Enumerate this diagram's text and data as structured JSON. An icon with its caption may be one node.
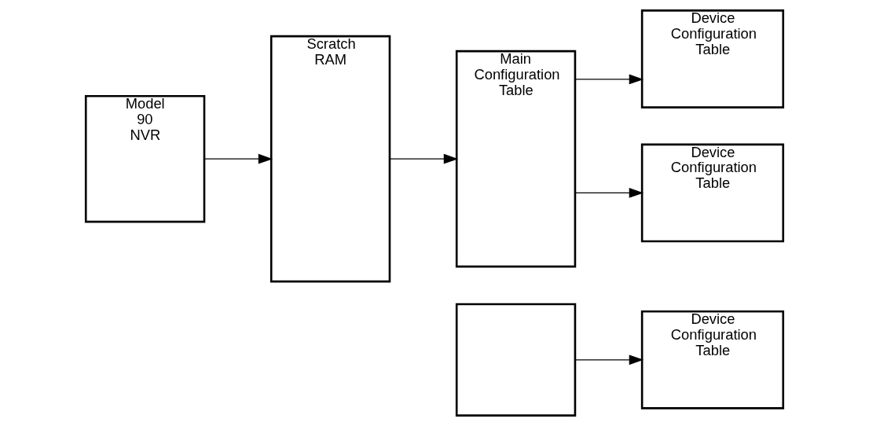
{
  "diagram": {
    "nodes": [
      {
        "text": [
          "Model 90 NVR"
        ]
      },
      {
        "text": [
          "Scratch RAM"
        ]
      },
      {
        "text": [
          "Main Configuration Table"
        ]
      },
      {
        "text": [
          "Device Configuration Table"
        ]
      },
      {
        "text": [
          "Device Configuration Table"
        ]
      },
      {
        "text": [],
        "shape": "box"
      },
      {
        "text": [
          "Device Configuration Table"
        ]
      }
    ],
    "edges": [
      {
        "from": 0,
        "to": 1,
        "arrow": "to"
      },
      {
        "from": 1,
        "to": 2,
        "arrow": "to"
      },
      {
        "from": 2,
        "to": 3,
        "arrow": "to"
      },
      {
        "from": 2,
        "to": 4,
        "arrow": "to"
      },
      {
        "from": 5,
        "to": 6,
        "arrow": "to"
      }
    ]
  }
}
